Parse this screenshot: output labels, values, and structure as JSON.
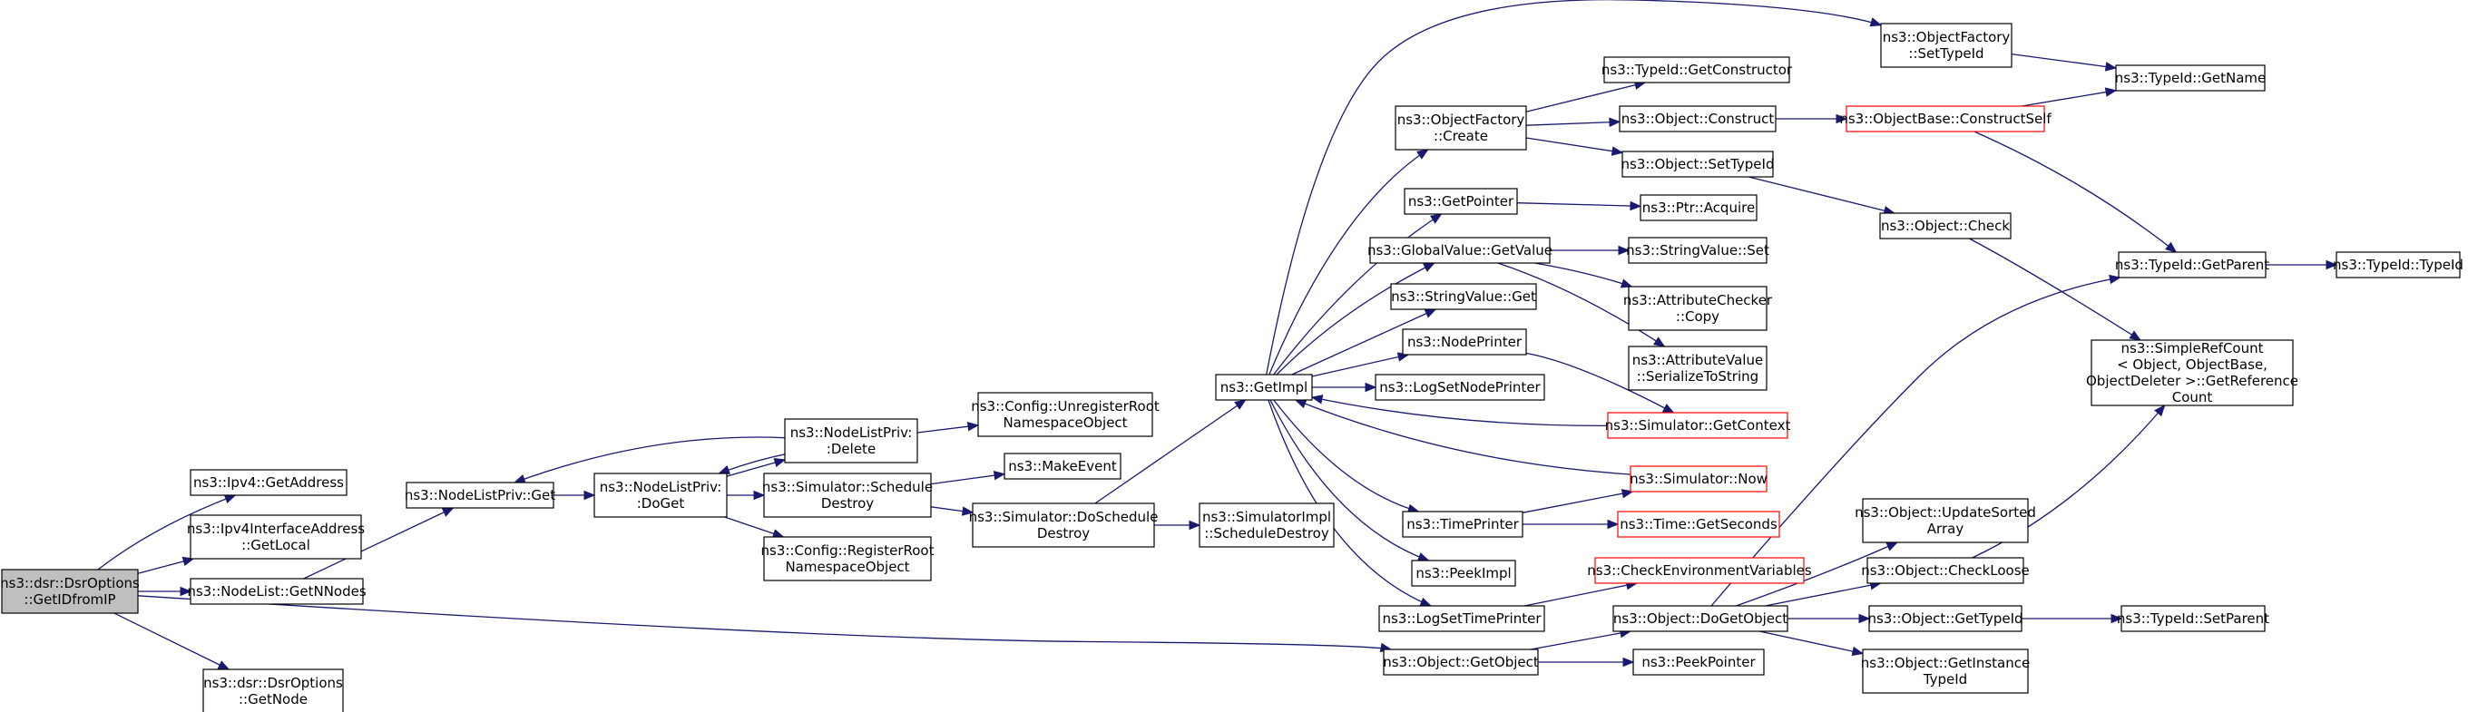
{
  "diagram": {
    "type": "call-graph",
    "colors": {
      "edge": "#191970",
      "root_fill": "#bfbfbf",
      "incomplete_border": "#ff0000",
      "node_border": "#000000"
    },
    "nodes": [
      {
        "id": "root",
        "label": [
          "ns3::dsr::DsrOptions",
          "::GetIDfromIP"
        ],
        "style": "root"
      },
      {
        "id": "ipv4_getaddress",
        "label": [
          "ns3::Ipv4::GetAddress"
        ]
      },
      {
        "id": "ipv4iface_getlocal",
        "label": [
          "ns3::Ipv4InterfaceAddress",
          "::GetLocal"
        ]
      },
      {
        "id": "nodelist_getnnodes",
        "label": [
          "ns3::NodeList::GetNNodes"
        ]
      },
      {
        "id": "dsropt_getnode",
        "label": [
          "ns3::dsr::DsrOptions",
          "::GetNode"
        ]
      },
      {
        "id": "nlp_get",
        "label": [
          "ns3::NodeListPriv::Get"
        ]
      },
      {
        "id": "nlp_doget",
        "label": [
          "ns3::NodeListPriv:",
          ":DoGet"
        ]
      },
      {
        "id": "nlp_delete",
        "label": [
          "ns3::NodeListPriv:",
          ":Delete"
        ]
      },
      {
        "id": "sim_schedule_destroy",
        "label": [
          "ns3::Simulator::Schedule",
          "Destroy"
        ]
      },
      {
        "id": "cfg_register",
        "label": [
          "ns3::Config::RegisterRoot",
          "NamespaceObject"
        ]
      },
      {
        "id": "cfg_unregister",
        "label": [
          "ns3::Config::UnregisterRoot",
          "NamespaceObject"
        ]
      },
      {
        "id": "makeevent",
        "label": [
          "ns3::MakeEvent"
        ]
      },
      {
        "id": "sim_doschedule_destroy",
        "label": [
          "ns3::Simulator::DoSchedule",
          "Destroy"
        ]
      },
      {
        "id": "simimpl_schedule_destroy",
        "label": [
          "ns3::SimulatorImpl",
          "::ScheduleDestroy"
        ]
      },
      {
        "id": "getimpl",
        "label": [
          "ns3::GetImpl"
        ]
      },
      {
        "id": "objfactory_create",
        "label": [
          "ns3::ObjectFactory",
          "::Create"
        ]
      },
      {
        "id": "getpointer",
        "label": [
          "ns3::GetPointer"
        ]
      },
      {
        "id": "gv_getvalue",
        "label": [
          "ns3::GlobalValue::GetValue"
        ]
      },
      {
        "id": "strval_get",
        "label": [
          "ns3::StringValue::Get"
        ]
      },
      {
        "id": "nodeprinter",
        "label": [
          "ns3::NodePrinter"
        ]
      },
      {
        "id": "logsetnodeprinter",
        "label": [
          "ns3::LogSetNodePrinter"
        ]
      },
      {
        "id": "sim_getcontext",
        "label": [
          "ns3::Simulator::GetContext"
        ],
        "style": "red"
      },
      {
        "id": "sim_now",
        "label": [
          "ns3::Simulator::Now"
        ],
        "style": "red"
      },
      {
        "id": "timeprinter",
        "label": [
          "ns3::TimePrinter"
        ]
      },
      {
        "id": "time_getseconds",
        "label": [
          "ns3::Time::GetSeconds"
        ],
        "style": "red"
      },
      {
        "id": "peekimpl",
        "label": [
          "ns3::PeekImpl"
        ]
      },
      {
        "id": "logsettimeprinter",
        "label": [
          "ns3::LogSetTimePrinter"
        ]
      },
      {
        "id": "checkenv",
        "label": [
          "ns3::CheckEnvironmentVariables"
        ],
        "style": "red"
      },
      {
        "id": "object_getobject",
        "label": [
          "ns3::Object::GetObject"
        ]
      },
      {
        "id": "object_dogetobject",
        "label": [
          "ns3::Object::DoGetObject"
        ]
      },
      {
        "id": "peekpointer",
        "label": [
          "ns3::PeekPointer"
        ]
      },
      {
        "id": "typeid_getconstructor",
        "label": [
          "ns3::TypeId::GetConstructor"
        ]
      },
      {
        "id": "object_construct",
        "label": [
          "ns3::Object::Construct"
        ]
      },
      {
        "id": "object_settypeid",
        "label": [
          "ns3::Object::SetTypeId"
        ]
      },
      {
        "id": "ptr_acquire",
        "label": [
          "ns3::Ptr::Acquire"
        ]
      },
      {
        "id": "strval_set",
        "label": [
          "ns3::StringValue::Set"
        ]
      },
      {
        "id": "attrchecker_copy",
        "label": [
          "ns3::AttributeChecker",
          "::Copy"
        ]
      },
      {
        "id": "attrvalue_serialize",
        "label": [
          "ns3::AttributeValue",
          "::SerializeToString"
        ]
      },
      {
        "id": "objfactory_settypeid",
        "label": [
          "ns3::ObjectFactory",
          "::SetTypeId"
        ]
      },
      {
        "id": "objbase_constructself",
        "label": [
          "ns3::ObjectBase::ConstructSelf"
        ],
        "style": "red"
      },
      {
        "id": "object_check",
        "label": [
          "ns3::Object::Check"
        ]
      },
      {
        "id": "object_updatesorted",
        "label": [
          "ns3::Object::UpdateSorted",
          "Array"
        ]
      },
      {
        "id": "object_checkloose",
        "label": [
          "ns3::Object::CheckLoose"
        ]
      },
      {
        "id": "object_gettypeid",
        "label": [
          "ns3::Object::GetTypeId"
        ]
      },
      {
        "id": "object_getinstancetypeid",
        "label": [
          "ns3::Object::GetInstance",
          "TypeId"
        ]
      },
      {
        "id": "typeid_getname",
        "label": [
          "ns3::TypeId::GetName"
        ]
      },
      {
        "id": "typeid_getparent",
        "label": [
          "ns3::TypeId::GetParent"
        ]
      },
      {
        "id": "simplerefcount",
        "label": [
          "ns3::SimpleRefCount",
          "< Object, ObjectBase,",
          "ObjectDeleter >::GetReference",
          "Count"
        ]
      },
      {
        "id": "typeid_setparent",
        "label": [
          "ns3::TypeId::SetParent"
        ]
      },
      {
        "id": "typeid_typeid",
        "label": [
          "ns3::TypeId::TypeId"
        ]
      }
    ],
    "edges": [
      [
        "root",
        "ipv4_getaddress"
      ],
      [
        "root",
        "ipv4iface_getlocal"
      ],
      [
        "root",
        "nodelist_getnnodes"
      ],
      [
        "root",
        "dsropt_getnode"
      ],
      [
        "root",
        "object_getobject"
      ],
      [
        "nodelist_getnnodes",
        "nlp_get"
      ],
      [
        "nlp_get",
        "nlp_doget"
      ],
      [
        "nlp_doget",
        "nlp_delete"
      ],
      [
        "nlp_doget",
        "sim_schedule_destroy"
      ],
      [
        "nlp_doget",
        "cfg_register"
      ],
      [
        "nlp_delete",
        "nlp_get"
      ],
      [
        "nlp_delete",
        "nlp_doget"
      ],
      [
        "nlp_delete",
        "cfg_unregister"
      ],
      [
        "sim_schedule_destroy",
        "makeevent"
      ],
      [
        "sim_schedule_destroy",
        "sim_doschedule_destroy"
      ],
      [
        "sim_doschedule_destroy",
        "getimpl"
      ],
      [
        "sim_doschedule_destroy",
        "simimpl_schedule_destroy"
      ],
      [
        "getimpl",
        "objfactory_settypeid"
      ],
      [
        "getimpl",
        "objfactory_create"
      ],
      [
        "getimpl",
        "getpointer"
      ],
      [
        "getimpl",
        "gv_getvalue"
      ],
      [
        "getimpl",
        "strval_get"
      ],
      [
        "getimpl",
        "nodeprinter"
      ],
      [
        "getimpl",
        "logsetnodeprinter"
      ],
      [
        "getimpl",
        "timeprinter"
      ],
      [
        "getimpl",
        "peekimpl"
      ],
      [
        "getimpl",
        "logsettimeprinter"
      ],
      [
        "sim_getcontext",
        "getimpl"
      ],
      [
        "sim_now",
        "getimpl"
      ],
      [
        "objfactory_create",
        "typeid_getconstructor"
      ],
      [
        "objfactory_create",
        "object_construct"
      ],
      [
        "objfactory_create",
        "object_settypeid"
      ],
      [
        "getpointer",
        "ptr_acquire"
      ],
      [
        "gv_getvalue",
        "strval_set"
      ],
      [
        "gv_getvalue",
        "attrchecker_copy"
      ],
      [
        "gv_getvalue",
        "attrvalue_serialize"
      ],
      [
        "nodeprinter",
        "sim_getcontext"
      ],
      [
        "timeprinter",
        "sim_now"
      ],
      [
        "timeprinter",
        "time_getseconds"
      ],
      [
        "logsettimeprinter",
        "checkenv"
      ],
      [
        "object_getobject",
        "object_dogetobject"
      ],
      [
        "object_getobject",
        "peekpointer"
      ],
      [
        "object_construct",
        "objbase_constructself"
      ],
      [
        "object_settypeid",
        "object_check"
      ],
      [
        "objfactory_settypeid",
        "typeid_getname"
      ],
      [
        "objbase_constructself",
        "typeid_getname"
      ],
      [
        "objbase_constructself",
        "typeid_getparent"
      ],
      [
        "object_check",
        "simplerefcount"
      ],
      [
        "object_dogetobject",
        "typeid_getparent"
      ],
      [
        "object_dogetobject",
        "object_updatesorted"
      ],
      [
        "object_dogetobject",
        "object_checkloose"
      ],
      [
        "object_dogetobject",
        "object_gettypeid"
      ],
      [
        "object_dogetobject",
        "object_getinstancetypeid"
      ],
      [
        "object_checkloose",
        "simplerefcount"
      ],
      [
        "object_gettypeid",
        "typeid_setparent"
      ],
      [
        "typeid_getparent",
        "typeid_typeid"
      ]
    ]
  }
}
